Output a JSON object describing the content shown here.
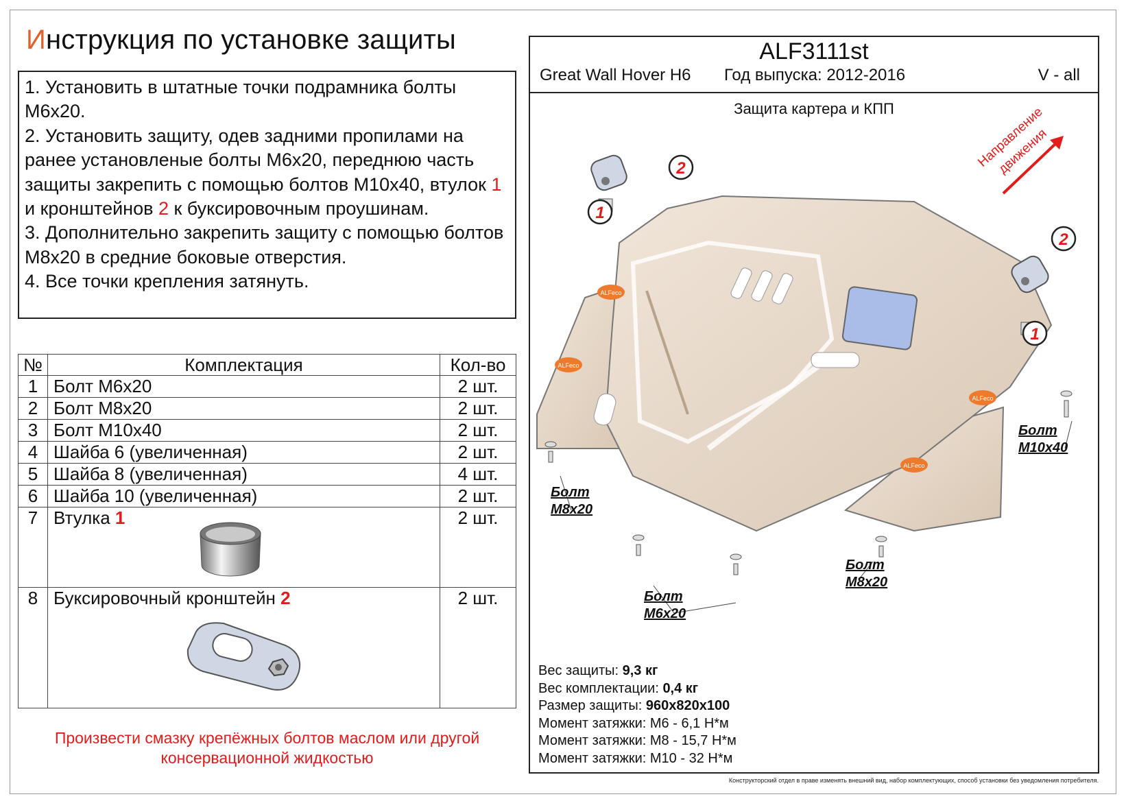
{
  "title": {
    "first_letter": "И",
    "rest": "нструкция по установке защиты"
  },
  "steps": {
    "s1": "1. Установить в штатные точки подрамника болты М6х20.",
    "s2_pre": "2. Установить защиту, одев задними пропилами на ранее установленые болты М6х20, переднюю часть защиты закрепить с помощью болтов М10х40, втулок ",
    "s2_n1": "1",
    "s2_mid": " и кронштейнов ",
    "s2_n2": "2",
    "s2_post": " к буксировочным проушинам.",
    "s3": "3. Дополнительно закрепить защиту с помощью болтов М8х20 в средние боковые отверстия.",
    "s4": "4. Все точки крепления затянуть."
  },
  "kit": {
    "headers": {
      "n": "№",
      "name": "Комплектация",
      "qty": "Кол-во"
    },
    "rows": [
      {
        "n": "1",
        "name": "Болт М6х20",
        "qty": "2 шт."
      },
      {
        "n": "2",
        "name": "Болт М8х20",
        "qty": "2 шт."
      },
      {
        "n": "3",
        "name": "Болт М10х40",
        "qty": "2 шт."
      },
      {
        "n": "4",
        "name": "Шайба 6 (увеличенная)",
        "qty": "2 шт."
      },
      {
        "n": "5",
        "name": "Шайба 8 (увеличенная)",
        "qty": "4 шт."
      },
      {
        "n": "6",
        "name": "Шайба 10 (увеличенная)",
        "qty": "2 шт."
      },
      {
        "n": "7",
        "name": "Втулка",
        "mark": "1",
        "qty": "2 шт."
      },
      {
        "n": "8",
        "name": "Буксировочный кронштейн",
        "mark": "2",
        "qty": "2 шт."
      }
    ]
  },
  "note": "Произвести смазку крепёжных болтов маслом или другой консервационной жидкостью",
  "panel": {
    "code": "ALF3111st",
    "model": "Great Wall Hover H6",
    "year": "Год выпуска: 2012-2016",
    "version": "V - all",
    "subtitle": "Защита картера и КПП",
    "direction": [
      "Направление",
      "движения"
    ],
    "labels": {
      "bolt": "Болт",
      "m10": "М10х40",
      "m8": "М8х20",
      "m6": "М6х20",
      "c1": "1",
      "c2": "2",
      "logo": "ALFeco"
    },
    "specs": [
      {
        "k": "Вес защиты: ",
        "v": "9,3 кг"
      },
      {
        "k": "Вес комплектации: ",
        "v": "0,4 кг"
      },
      {
        "k": "Размер защиты: ",
        "v": "960х820х100"
      },
      {
        "k": "Момент затяжки: М6 - 6,1 Н*м",
        "v": ""
      },
      {
        "k": "Момент затяжки: М8 - 15,7 Н*м",
        "v": ""
      },
      {
        "k": "Момент затяжки: М10 - 32 Н*м",
        "v": ""
      }
    ],
    "footnote": "Конструкторский отдел в праве изменять внешний вид, набор комплектующих, способ установки без уведомления потребителя."
  },
  "colors": {
    "accent": "#e0622b",
    "red": "#e21b1b",
    "plate": "#e6d7c6",
    "window": "#a9bde8"
  }
}
